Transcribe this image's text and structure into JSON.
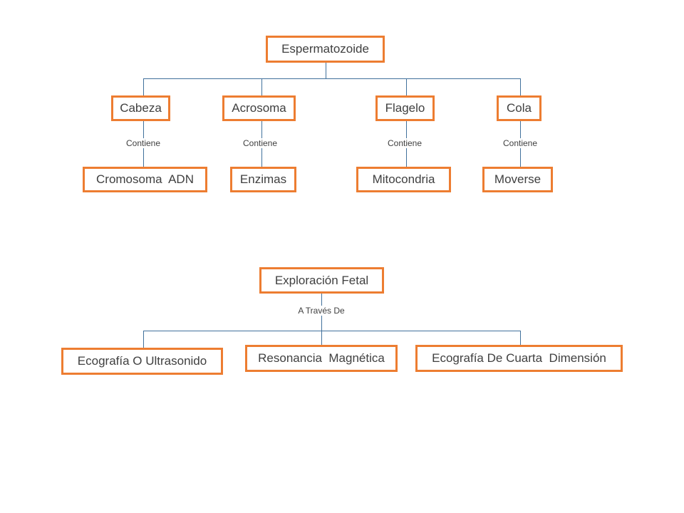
{
  "diagram1": {
    "root": "Espermatozoide",
    "branches": [
      {
        "part": "Cabeza",
        "relation": "Contiene",
        "content": "Cromosoma  ADN"
      },
      {
        "part": "Acrosoma",
        "relation": "Contiene",
        "content": "Enzimas"
      },
      {
        "part": "Flagelo",
        "relation": "Contiene",
        "content": "Mitocondria"
      },
      {
        "part": "Cola",
        "relation": "Contiene",
        "content": "Moverse"
      }
    ]
  },
  "diagram2": {
    "root": "Exploración Fetal",
    "relation": "A Través De",
    "children": [
      "Ecografía O Ultrasonido",
      "Resonancia  Magnética",
      "Ecografía De Cuarta  Dimensión"
    ]
  },
  "colors": {
    "box_border": "#ed7d31",
    "connector": "#41719c",
    "text": "#404040"
  }
}
